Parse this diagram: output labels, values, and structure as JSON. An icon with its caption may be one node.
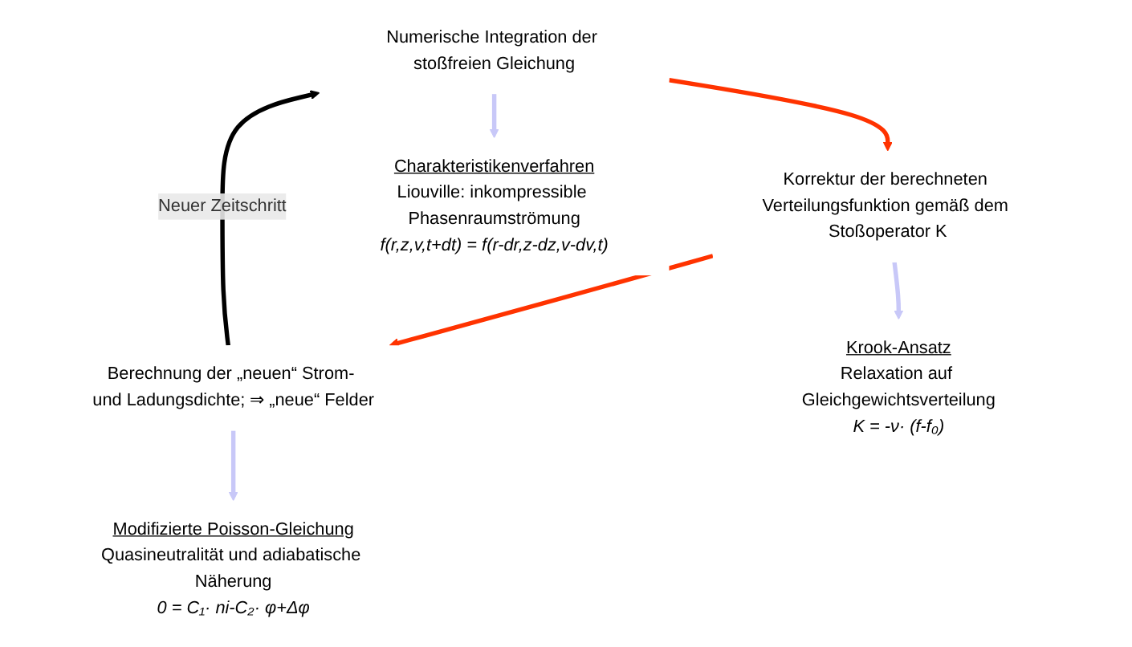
{
  "diagram": {
    "nodes": [
      {
        "text": [
          "Numerische Integration der stoßfreien Gleichung"
        ]
      },
      {
        "text": [
          "Korrektur der berechneten Verteilungsfunktion gemäß dem Stoßoperator K"
        ]
      },
      {
        "text": [
          "Berechnung der „neuen“ Strom- und Ladungsdichte; ⇒ „neue“ Felder"
        ]
      },
      {
        "text": [
          "Charakteristikenverfahren",
          "Liouville: inkompressible Phasenraumströmung",
          "f(r,z,v,t+dt) = f(r-dr,z-dz,v-dv,t)"
        ]
      },
      {
        "text": [
          "Krook-Ansatz",
          "Relaxation auf Gleichgewichtsverteilung",
          "K = -ν· (f-f₀)"
        ]
      },
      {
        "text": [
          "Modifizierte Poisson-Gleichung",
          "Quasineutralität und adiabatische Näherung",
          "0 = C₁· ni-C₂· φ+Δφ"
        ]
      }
    ],
    "edges": [
      {
        "from": 0,
        "to": 1,
        "arrow": "to",
        "color": "#ff3300"
      },
      {
        "from": 1,
        "to": 2,
        "arrow": "to",
        "color": "#ff3300"
      },
      {
        "from": 0,
        "to": 3,
        "arrow": "to",
        "color": "#c8c8f8"
      },
      {
        "from": 1,
        "to": 4,
        "arrow": "to",
        "color": "#c8c8f8"
      },
      {
        "from": 2,
        "to": 5,
        "arrow": "to",
        "color": "#c8c8f8"
      },
      {
        "from": 2,
        "to": 0,
        "arrow": "to",
        "label": "Neuer Zeitschritt",
        "color": "#000000"
      }
    ]
  }
}
